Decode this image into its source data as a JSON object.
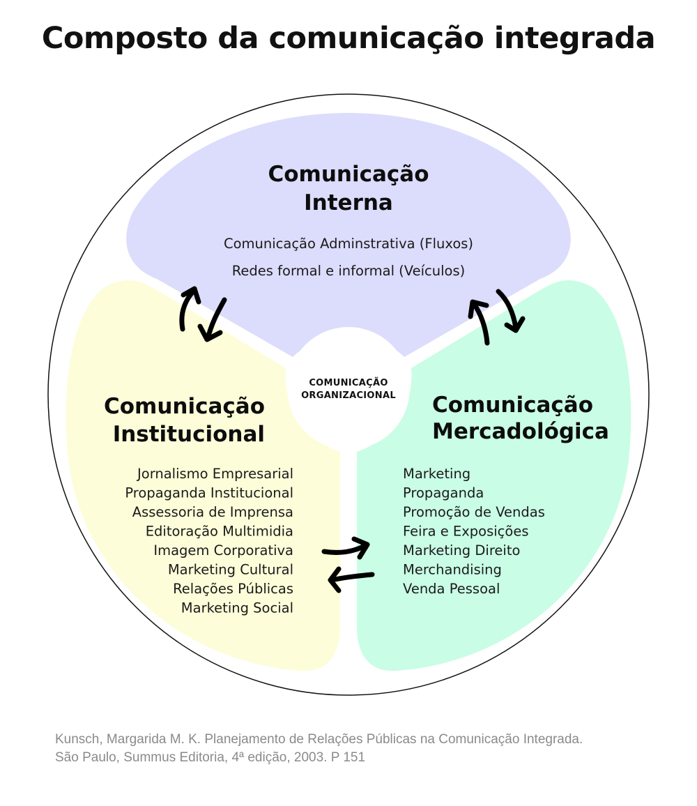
{
  "title": "Composto da comunicação integrada",
  "center": {
    "line1": "COMUNICAÇÃO",
    "line2": "ORGANIZACIONAL"
  },
  "sections": {
    "interna": {
      "title_line1": "Comunicação",
      "title_line2": "Interna",
      "items": [
        "Comunicação Adminstrativa (Fluxos)",
        "Redes formal e informal (Veículos)"
      ],
      "color": "#dcdcfc"
    },
    "institucional": {
      "title_line1": "Comunicação",
      "title_line2": "Institucional",
      "items": [
        "Jornalismo Empresarial",
        "Propaganda Institucional",
        "Assessoria de Imprensa",
        "Editoração Multimidia",
        "Imagem Corporativa",
        "Marketing Cultural",
        "Relações Públicas",
        "Marketing Social"
      ],
      "color": "#fdfdd9"
    },
    "mercadologica": {
      "title_line1": "Comunicação",
      "title_line2": "Mercadológica",
      "items": [
        "Marketing",
        "Propaganda",
        "Promoção de Vendas",
        "Feira e Exposições",
        "Marketing Direito",
        "Merchandising",
        "Venda Pessoal"
      ],
      "color": "#c9fde6"
    }
  },
  "citation": {
    "line1": "Kunsch, Margarida M. K. Planejamento de Relações Públicas na Comunicação Integrada.",
    "line2": "São Paulo, Summus Editoria, 4ª edição, 2003. P 151"
  }
}
